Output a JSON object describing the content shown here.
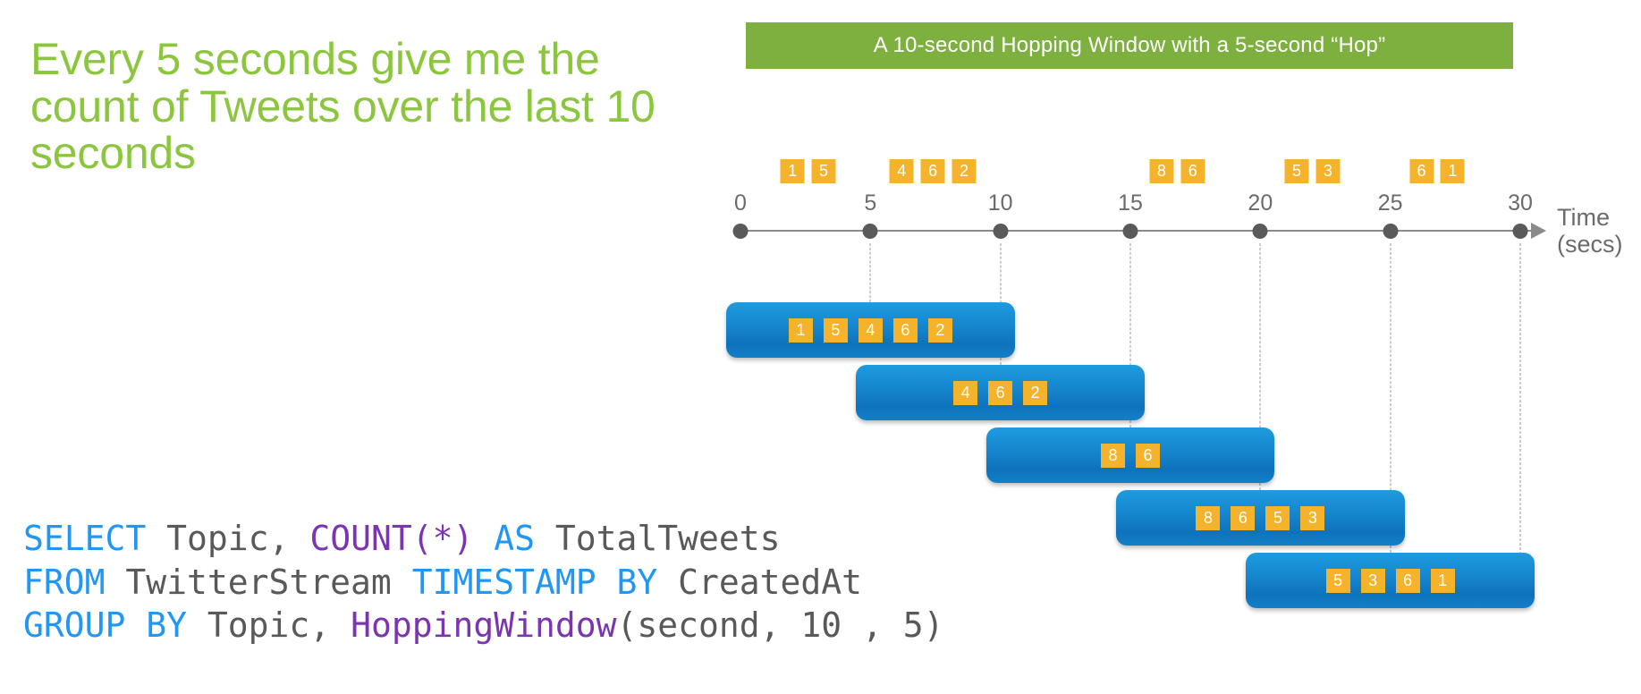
{
  "headline": "Every 5 seconds give me the count of Tweets over the last 10 seconds",
  "banner": {
    "text": "A 10-second Hopping Window with a 5-second “Hop”",
    "background": "#7EB040",
    "text_color": "#FFFFFF"
  },
  "colors": {
    "accent_green": "#8CC63F",
    "banner_green": "#7EB040",
    "event_orange": "#F5B32B",
    "window_blue": "#0E72BC",
    "axis_gray": "#8A8A8A",
    "keyword_blue": "#2196F3",
    "function_purple": "#7B35B0",
    "plain_gray": "#595959"
  },
  "timeline": {
    "axis_label": "Time",
    "axis_sublabel": "(secs)",
    "ticks": [
      {
        "label": "0",
        "value": 0
      },
      {
        "label": "5",
        "value": 5
      },
      {
        "label": "10",
        "value": 10
      },
      {
        "label": "15",
        "value": 15
      },
      {
        "label": "20",
        "value": 20
      },
      {
        "label": "25",
        "value": 25
      },
      {
        "label": "30",
        "value": 30
      }
    ],
    "events": [
      {
        "value": "1",
        "t": 2.0
      },
      {
        "value": "5",
        "t": 3.2
      },
      {
        "value": "4",
        "t": 6.2
      },
      {
        "value": "6",
        "t": 7.4
      },
      {
        "value": "2",
        "t": 8.6
      },
      {
        "value": "8",
        "t": 16.2
      },
      {
        "value": "6",
        "t": 17.4
      },
      {
        "value": "5",
        "t": 21.4
      },
      {
        "value": "3",
        "t": 22.6
      },
      {
        "value": "6",
        "t": 26.2
      },
      {
        "value": "1",
        "t": 27.4
      }
    ]
  },
  "windows": [
    {
      "name": "window-0-10",
      "start": 0,
      "end": 10,
      "values": [
        "1",
        "5",
        "4",
        "6",
        "2"
      ]
    },
    {
      "name": "window-5-15",
      "start": 5,
      "end": 15,
      "values": [
        "4",
        "6",
        "2"
      ]
    },
    {
      "name": "window-10-20",
      "start": 10,
      "end": 20,
      "values": [
        "8",
        "6"
      ]
    },
    {
      "name": "window-15-25",
      "start": 15,
      "end": 25,
      "values": [
        "8",
        "6",
        "5",
        "3"
      ]
    },
    {
      "name": "window-20-30",
      "start": 20,
      "end": 30,
      "values": [
        "5",
        "3",
        "6",
        "1"
      ]
    }
  ],
  "sql": {
    "lines": [
      [
        {
          "text": "SELECT",
          "style": "kw"
        },
        {
          "text": " Topic, ",
          "style": "pl"
        },
        {
          "text": "COUNT(*)",
          "style": "fn"
        },
        {
          "text": " ",
          "style": "pl"
        },
        {
          "text": "AS",
          "style": "kw"
        },
        {
          "text": " TotalTweets",
          "style": "pl"
        }
      ],
      [
        {
          "text": "FROM",
          "style": "kw"
        },
        {
          "text": " TwitterStream ",
          "style": "pl"
        },
        {
          "text": "TIMESTAMP BY",
          "style": "kw"
        },
        {
          "text": " CreatedAt",
          "style": "pl"
        }
      ],
      [
        {
          "text": "GROUP BY",
          "style": "kw"
        },
        {
          "text": " Topic, ",
          "style": "pl"
        },
        {
          "text": "HoppingWindow",
          "style": "fn"
        },
        {
          "text": "(second, 10 , 5)",
          "style": "pl"
        }
      ]
    ]
  }
}
